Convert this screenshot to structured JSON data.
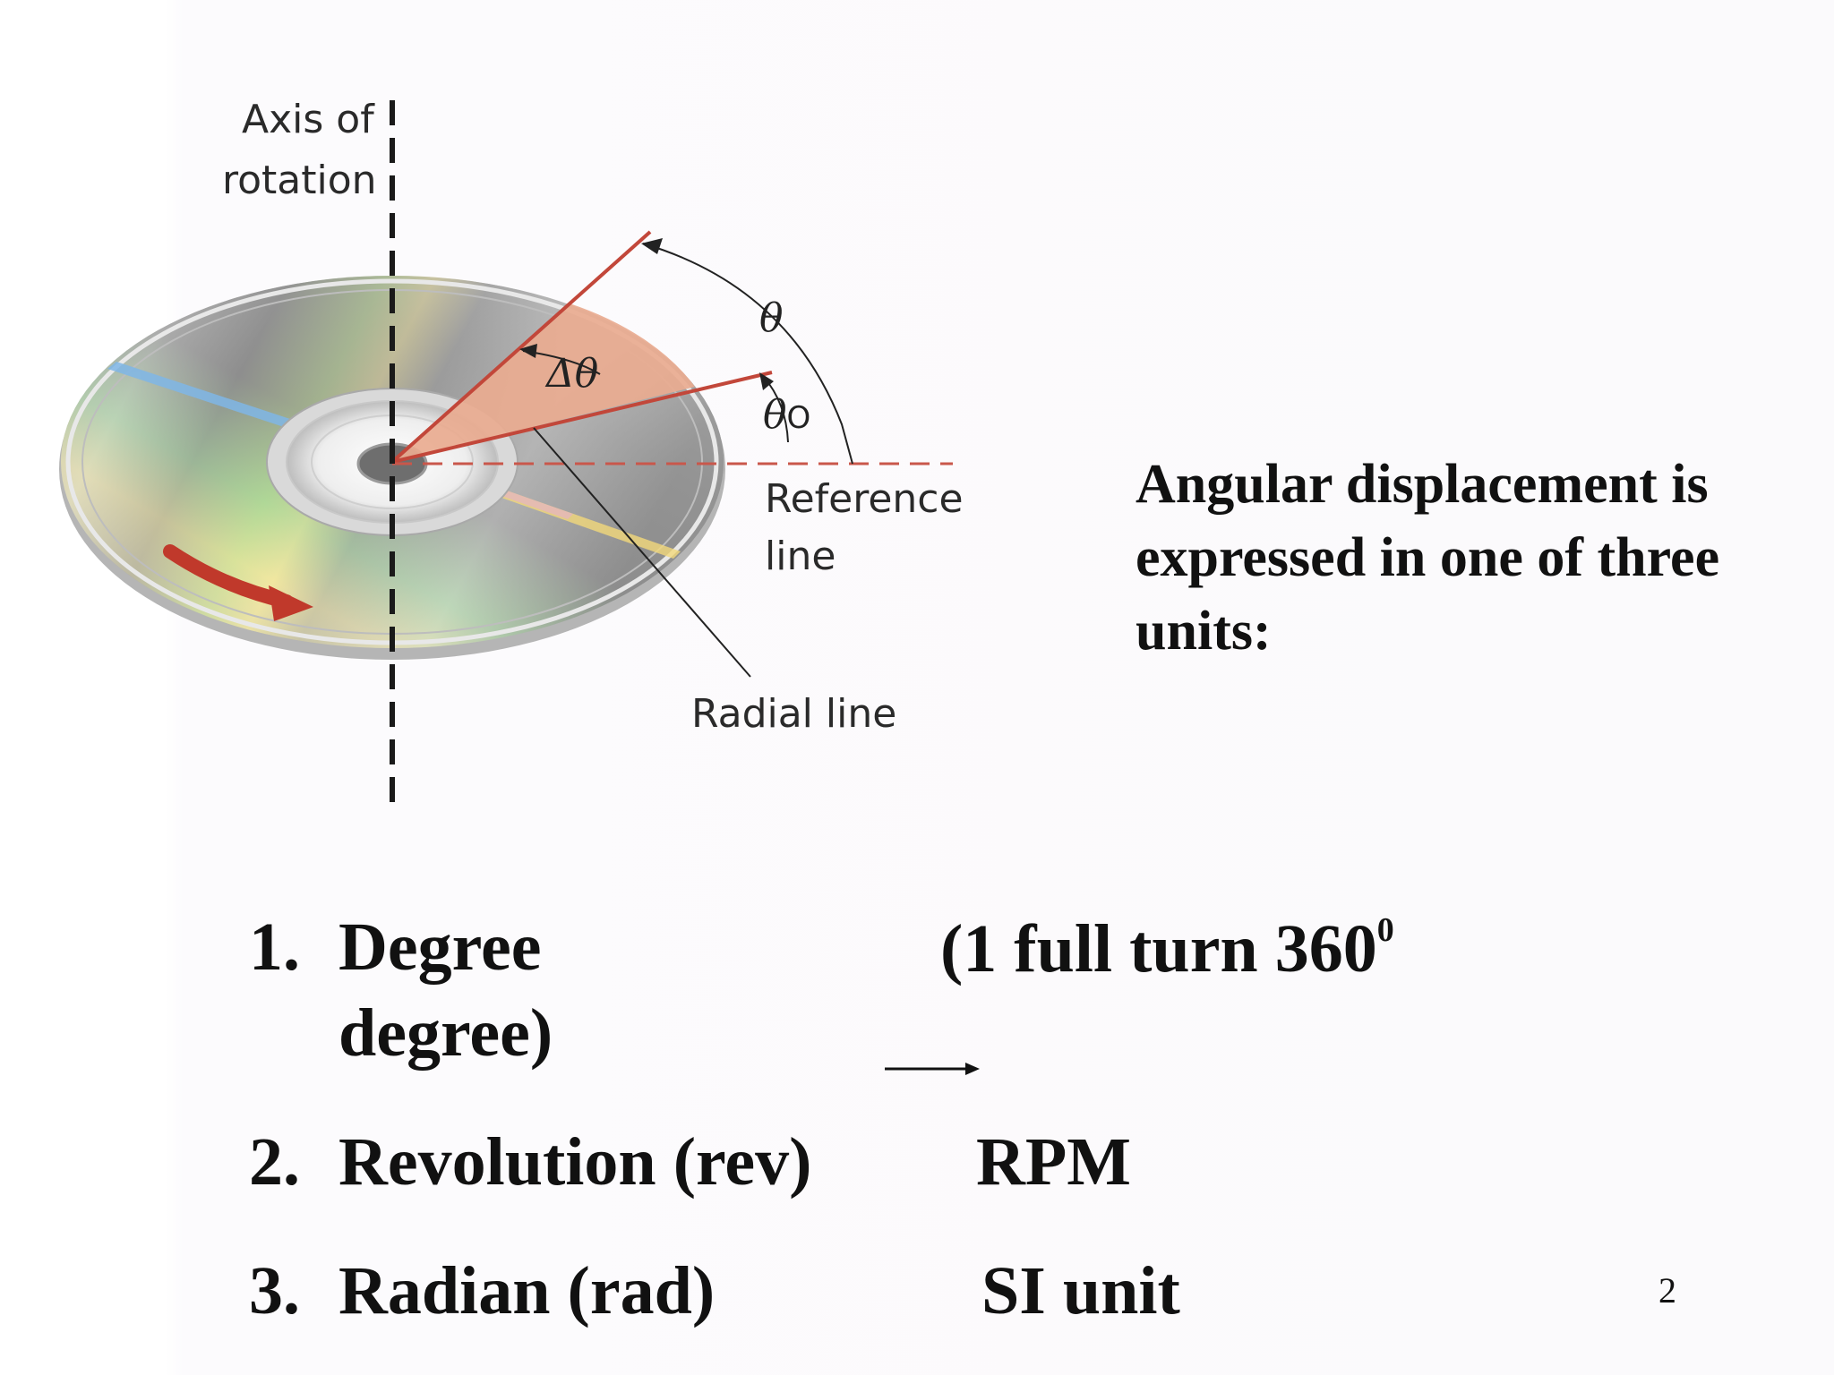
{
  "figure": {
    "axis_label_line1": "Axis of",
    "axis_label_line2": "rotation",
    "theta": "θ",
    "delta_theta": "Δθ",
    "theta0_symbol": "θ",
    "theta0_subscript": "O",
    "reference_label_line1": "Reference",
    "reference_label_line2": "line",
    "radial_label": "Radial line",
    "colors": {
      "wedge": "#e9ab90",
      "radial_lines": "#c2473a",
      "rotation_arrow": "#c0392b"
    }
  },
  "heading": "Angular displacement is expressed in one of three units:",
  "units": [
    {
      "number": "1.",
      "name": "Degree",
      "name_cont": "degree)",
      "note": "(1 full turn 360",
      "note_sup": "0"
    },
    {
      "number": "2.",
      "name": "Revolution (rev)",
      "note": "RPM"
    },
    {
      "number": "3.",
      "name": "Radian (rad)",
      "note": "SI unit"
    }
  ],
  "page_number": "2"
}
